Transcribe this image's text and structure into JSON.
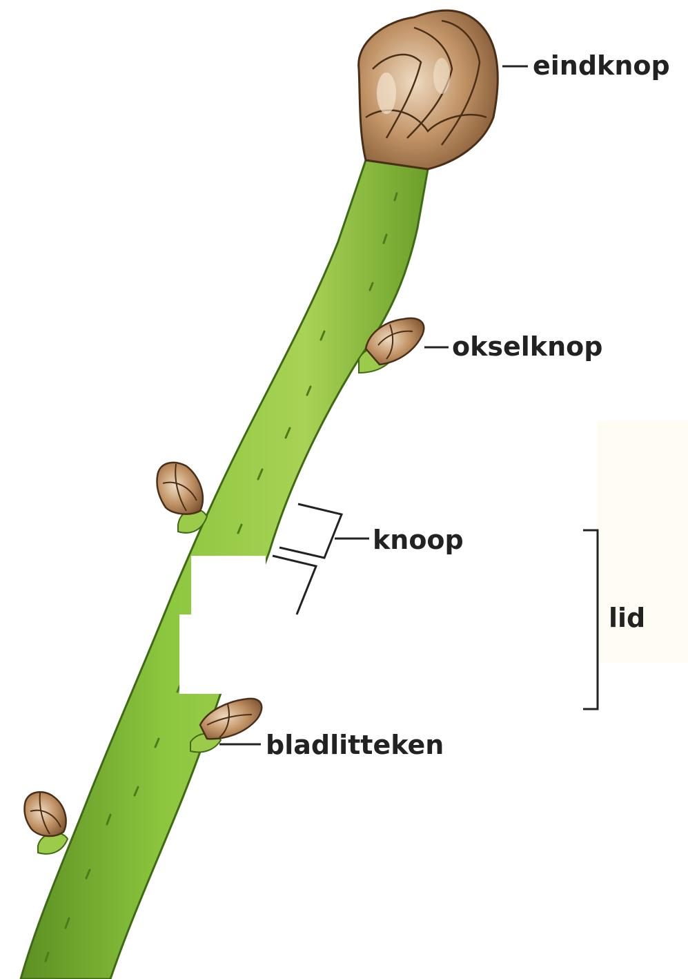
{
  "labels": {
    "terminal_bud": "eindknop",
    "axillary_bud": "okselknop",
    "node": "knoop",
    "internode": "lid",
    "leaf_scar": "bladlitteken"
  },
  "colors": {
    "stem": "#8cc63e",
    "stem_dark": "#5c8f22",
    "stem_light": "#c5e07a",
    "bud_scale": "#b88a5c",
    "bud_dark": "#6b4a2a",
    "bud_light": "#eedbc2",
    "scar": "#cfe39a",
    "ink": "#222222",
    "background": "#ffffff",
    "cream_patch": "#fffdf3"
  }
}
